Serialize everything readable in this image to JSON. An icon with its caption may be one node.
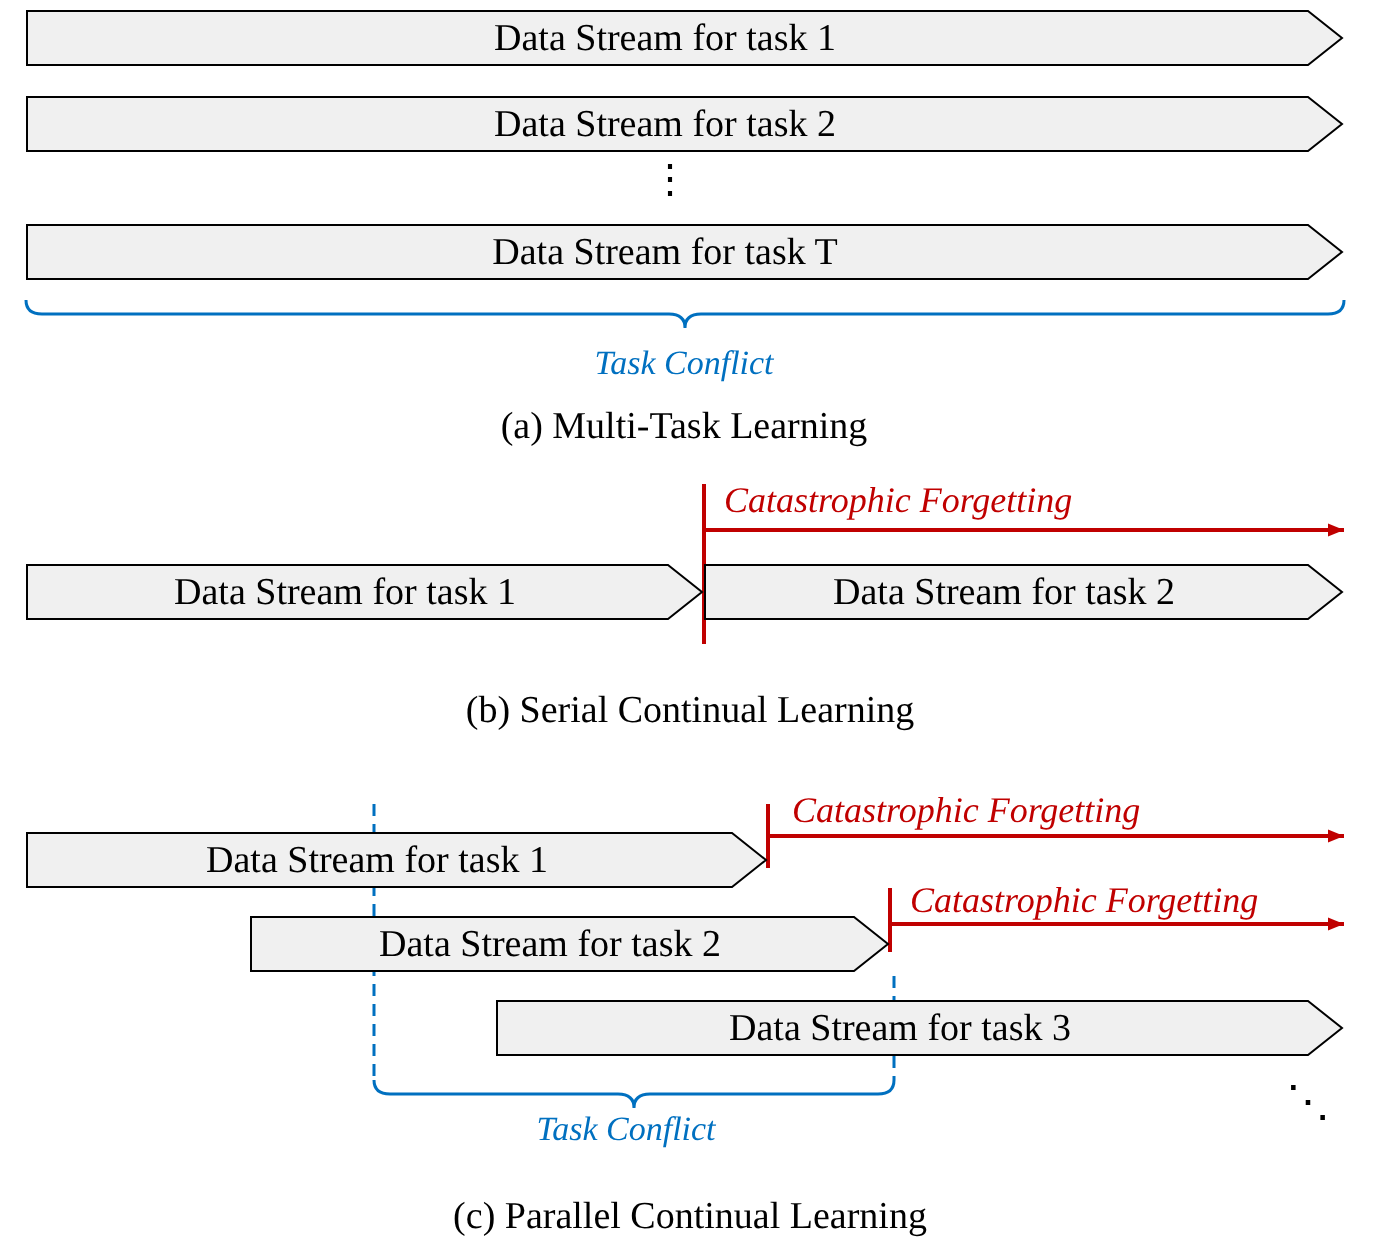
{
  "diagram": {
    "nodes": [
      {
        "text": [
          "Data Stream for task 1"
        ]
      },
      {
        "text": [
          "Data Stream for task 2"
        ]
      },
      {
        "text": [
          "Data Stream for task T"
        ]
      },
      {
        "text": [
          "Data Stream for task 1"
        ]
      },
      {
        "text": [
          "Data Stream for task 2"
        ]
      },
      {
        "text": [
          "Data Stream for task 1"
        ]
      },
      {
        "text": [
          "Data Stream for task 2"
        ]
      },
      {
        "text": [
          "Data Stream for task 3"
        ]
      }
    ],
    "edges": [],
    "labels": [
      "⋮",
      "Task Conflict",
      "(a) Multi-Task Learning",
      "Catastrophic Forgetting",
      "(b) Serial Continual Learning",
      "Catastrophic Forgetting",
      "Catastrophic Forgetting",
      "Task Conflict",
      "⋱",
      "(c) Parallel Continual Learning"
    ]
  }
}
